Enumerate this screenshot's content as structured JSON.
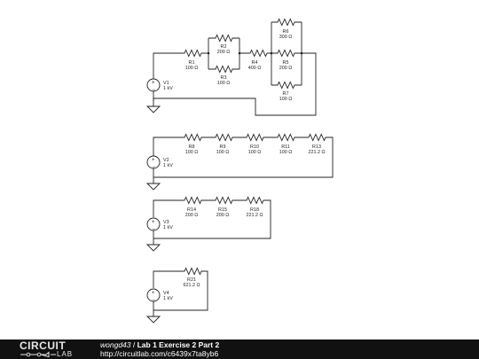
{
  "circuit": {
    "resistors": [
      {
        "id": "R1",
        "name": "R1",
        "value": "100 Ω"
      },
      {
        "id": "R2",
        "name": "R2",
        "value": "200 Ω"
      },
      {
        "id": "R3",
        "name": "R3",
        "value": "100 Ω"
      },
      {
        "id": "R4",
        "name": "R4",
        "value": "400 Ω"
      },
      {
        "id": "R5",
        "name": "R5",
        "value": "200 Ω"
      },
      {
        "id": "R6",
        "name": "R6",
        "value": "300 Ω"
      },
      {
        "id": "R7",
        "name": "R7",
        "value": "100 Ω"
      },
      {
        "id": "R8",
        "name": "R8",
        "value": "100 Ω"
      },
      {
        "id": "R9",
        "name": "R9",
        "value": "100 Ω"
      },
      {
        "id": "R10",
        "name": "R10",
        "value": "100 Ω"
      },
      {
        "id": "R11",
        "name": "R11",
        "value": "100 Ω"
      },
      {
        "id": "R13",
        "name": "R13",
        "value": "221.2 Ω"
      },
      {
        "id": "R14",
        "name": "R14",
        "value": "200 Ω"
      },
      {
        "id": "R15",
        "name": "R15",
        "value": "200 Ω"
      },
      {
        "id": "R18",
        "name": "R18",
        "value": "221.2 Ω"
      },
      {
        "id": "R21",
        "name": "R21",
        "value": "621.2 Ω"
      }
    ],
    "sources": [
      {
        "id": "V1",
        "name": "V1",
        "value": "1 kV"
      },
      {
        "id": "V2",
        "name": "V2",
        "value": "1 kV"
      },
      {
        "id": "V3",
        "name": "V3",
        "value": "1 kV"
      },
      {
        "id": "V4",
        "name": "V4",
        "value": "1 kV"
      }
    ]
  },
  "footer": {
    "logo_top": "CIRCUIT",
    "logo_bottom": "LAB",
    "author": "wongd43",
    "separator": " / ",
    "title": "Lab 1 Exercise 2 Part 2",
    "url": "http://circuitlab.com/c6439x7ta8yb6"
  }
}
